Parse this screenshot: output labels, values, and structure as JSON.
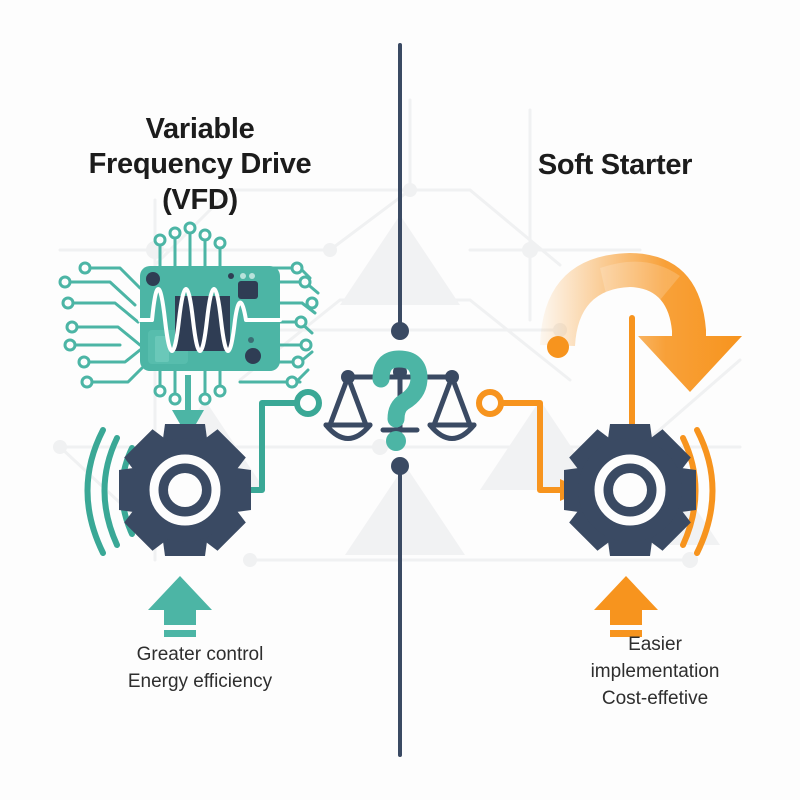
{
  "page": {
    "type": "comparison-infographic",
    "background_color": "#fdfdfd"
  },
  "palette": {
    "teal": "#4cb5a5",
    "teal_dark": "#3aa896",
    "orange": "#f7941e",
    "orange_light": "#fbb968",
    "navy": "#3a4a63",
    "navy_dark": "#2f3d54",
    "text": "#1c1c1c",
    "caption_text": "#2e2e2e",
    "watermark": "#f0f1f2"
  },
  "left": {
    "title": "Variable\nFrequency Drive\n(VFD)",
    "title_lines": [
      "Variable",
      "Frequency Drive",
      "(VFD)"
    ],
    "caption": "Greater control\nEnergy efficiency",
    "caption_lines": [
      "Greater control",
      "Energy efficiency"
    ],
    "icons": {
      "chip": "microchip-waveform-icon",
      "gear": "gear-icon",
      "waves": "signal-waves-icon",
      "down_arrow": "arrow-down-icon",
      "up_arrow": "arrow-up-icon",
      "connector": "connector-line-icon"
    },
    "accent_color": "#4cb5a5"
  },
  "right": {
    "title": "Soft Starter",
    "title_lines": [
      "Soft Starter"
    ],
    "caption": "Easier\nimplementation\nCost-effetive",
    "caption_lines": [
      "Easier",
      "implementation",
      "Cost-effetive"
    ],
    "icons": {
      "ramp_arrow": "curved-ramp-arrow-icon",
      "gear": "gear-icon",
      "waves": "signal-waves-icon",
      "up_arrow": "arrow-up-icon",
      "connector": "connector-line-arrow-icon"
    },
    "accent_color": "#f7941e"
  },
  "center": {
    "icon": "balance-scale-icon",
    "overlay_icon": "question-mark-icon",
    "overlay_glyph": "?",
    "divider": "vertical-divider",
    "scale_color": "#3a4a63",
    "question_color": "#4cb5a5"
  }
}
